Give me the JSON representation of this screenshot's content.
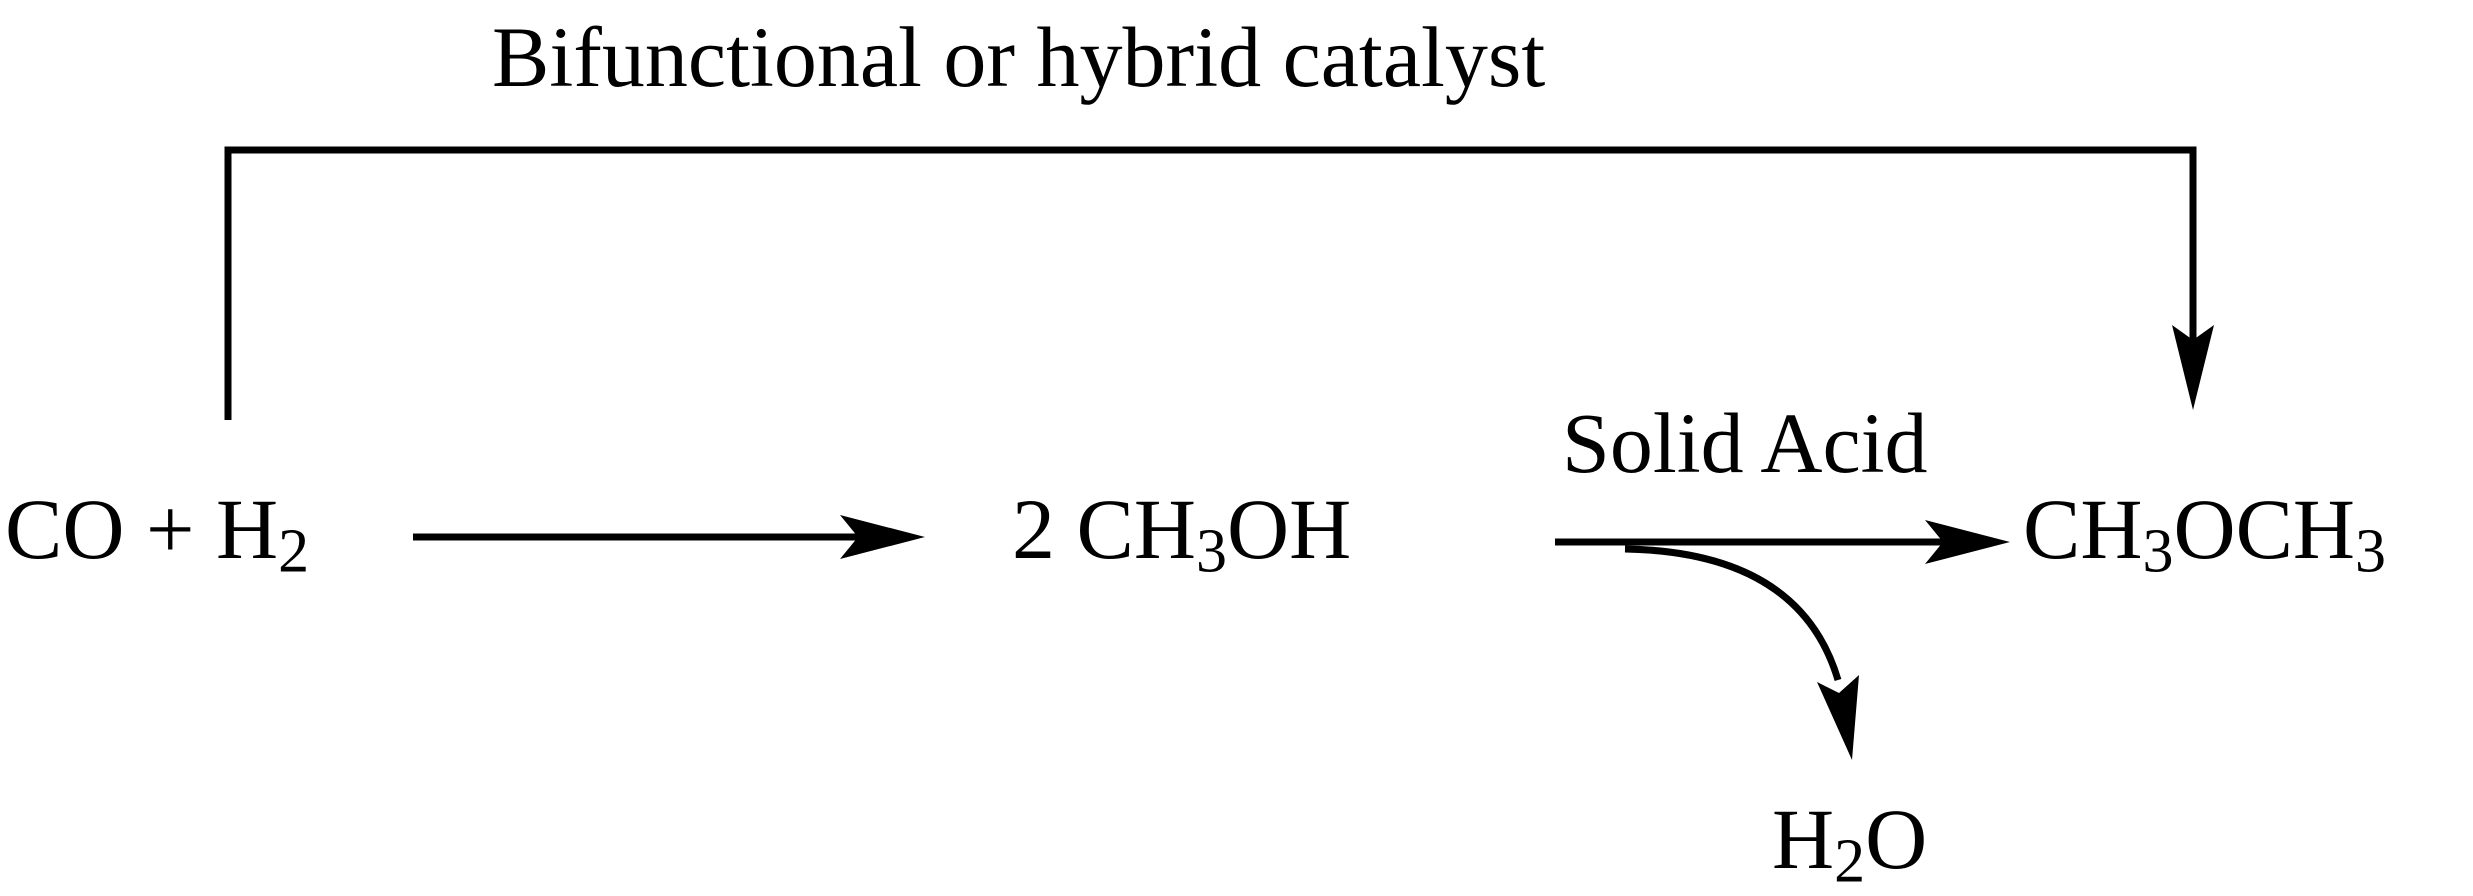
{
  "top_label": "Bifunctional or hybrid catalyst",
  "catalyst_label": "Solid Acid",
  "species": {
    "reactants": {
      "parts": [
        {
          "t": "CO + H"
        },
        {
          "s": "2"
        }
      ]
    },
    "methanol": {
      "parts": [
        {
          "t": "2 CH"
        },
        {
          "s": "3"
        },
        {
          "t": "OH"
        }
      ]
    },
    "dme": {
      "parts": [
        {
          "t": "CH"
        },
        {
          "s": "3"
        },
        {
          "t": "OCH"
        },
        {
          "s": "3"
        }
      ]
    },
    "water": {
      "parts": [
        {
          "t": "H"
        },
        {
          "s": "2"
        },
        {
          "t": "O"
        }
      ]
    }
  },
  "colors": {
    "ink": "#000000",
    "background": "#ffffff"
  }
}
